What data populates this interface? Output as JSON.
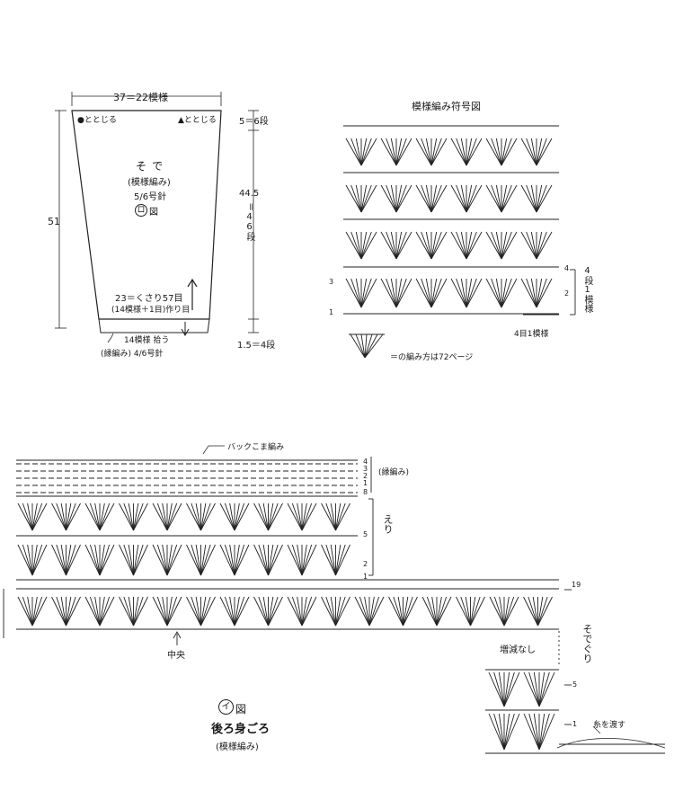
{
  "sleeve": {
    "top_width": "37＝22模様",
    "closure_left": "●ととじる",
    "closure_right": "▲ととじる",
    "height": "51",
    "title": "そで",
    "subtitle": "(模様編み)",
    "needle": "5/6号針",
    "figure_ref": "図",
    "figure_mark": "ロ",
    "cuff_foundation": "23＝くさり57目",
    "cuff_foundation_note": "(14模様＋1目)作り目",
    "border_pickup": "14模様 拾う",
    "border_needle": "(縁編み) 4/6号針",
    "right_top": "5＝6段",
    "right_mid_value": "44.5",
    "right_mid_eq": "＝",
    "right_mid_rows": "46段",
    "right_bottom": "1.5＝4段"
  },
  "pattern_chart": {
    "title": "模様編み符号図",
    "repeat_label": "4目1模様",
    "row_labels": [
      "1",
      "2",
      "3",
      "4"
    ],
    "side_rows": "4段1模様",
    "legend_text": "＝の編み方は72ページ"
  },
  "back_body": {
    "back_post_label": "バックこま編み",
    "border_label": "(縁編み)",
    "collar_label": "えり",
    "center_label": "中央",
    "figure_mark": "イ",
    "figure_ref": "図",
    "title": "後ろ身ごろ",
    "subtitle": "(模様編み)",
    "armhole_label": "そでぐり",
    "no_change_label": "増減なし",
    "thread_label": "糸を渡す",
    "border_rows": [
      "4",
      "3",
      "2",
      "1",
      "8"
    ],
    "collar_rows": [
      "5",
      "2",
      "1"
    ],
    "armhole_row": "19",
    "side_rows": [
      "5",
      "1"
    ]
  }
}
